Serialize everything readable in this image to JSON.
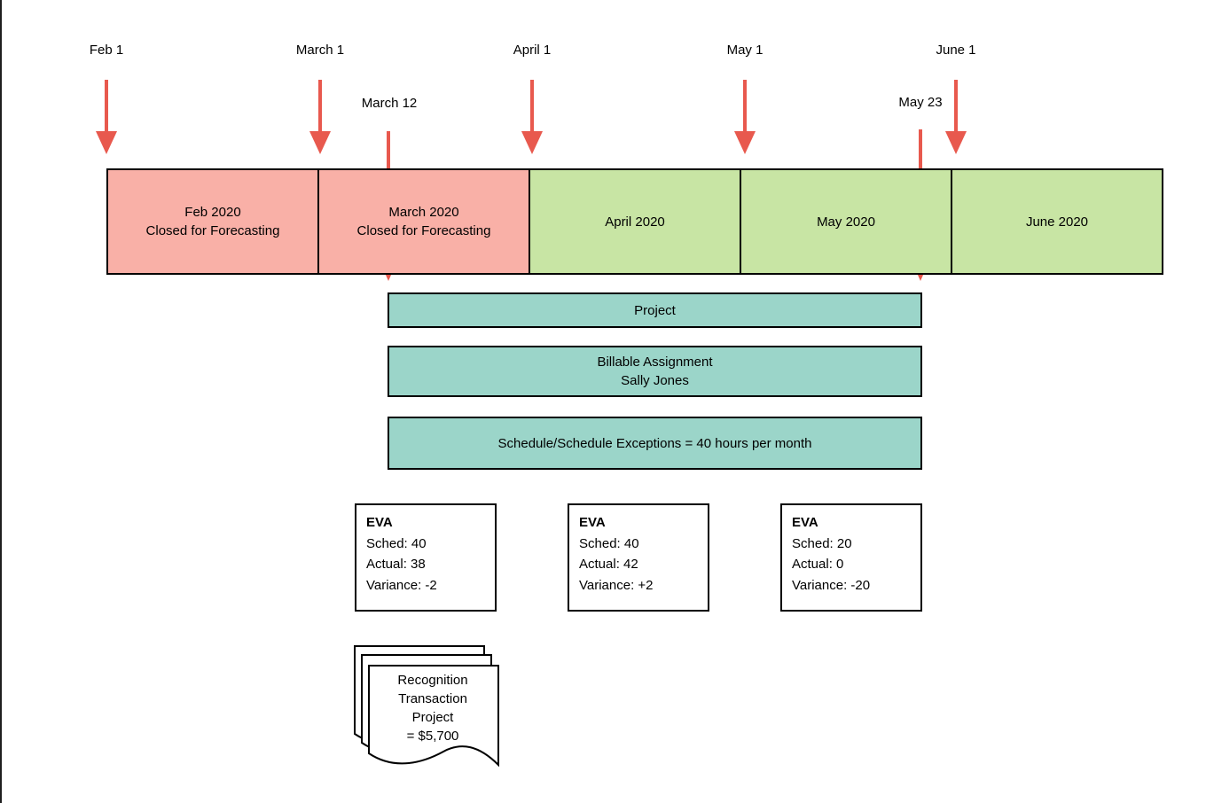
{
  "colors": {
    "closed_month": "#f9b0a7",
    "open_month": "#c8e5a4",
    "band": "#9bd5c9",
    "arrow": "#e8594e",
    "border": "#000000"
  },
  "timeline": {
    "date_markers": [
      {
        "label": "Feb 1"
      },
      {
        "label": "March 1"
      },
      {
        "label": "April 1"
      },
      {
        "label": "May 1"
      },
      {
        "label": "June 1"
      }
    ],
    "event_markers": [
      {
        "label": "March 12"
      },
      {
        "label": "May 23"
      }
    ],
    "months": [
      {
        "line1": "Feb 2020",
        "line2": "Closed for Forecasting",
        "status": "closed"
      },
      {
        "line1": "March 2020",
        "line2": "Closed for Forecasting",
        "status": "closed"
      },
      {
        "line1": "April 2020",
        "line2": "",
        "status": "open"
      },
      {
        "line1": "May 2020",
        "line2": "",
        "status": "open"
      },
      {
        "line1": "June 2020",
        "line2": "",
        "status": "open"
      }
    ]
  },
  "bands": [
    {
      "line1": "Project",
      "line2": ""
    },
    {
      "line1": "Billable Assignment",
      "line2": "Sally Jones"
    },
    {
      "line1": "Schedule/Schedule Exceptions = 40 hours per month",
      "line2": ""
    }
  ],
  "eva_boxes": [
    {
      "title": "EVA",
      "lines": [
        "Sched: 40",
        "Actual: 38",
        "Variance: -2"
      ]
    },
    {
      "title": "EVA",
      "lines": [
        "Sched: 40",
        "Actual: 42",
        "Variance: +2"
      ]
    },
    {
      "title": "EVA",
      "lines": [
        "Sched: 20",
        "Actual: 0",
        "Variance: -20"
      ]
    }
  ],
  "document_stack": {
    "lines": [
      "Recognition",
      "Transaction",
      "Project",
      "= $5,700"
    ]
  }
}
